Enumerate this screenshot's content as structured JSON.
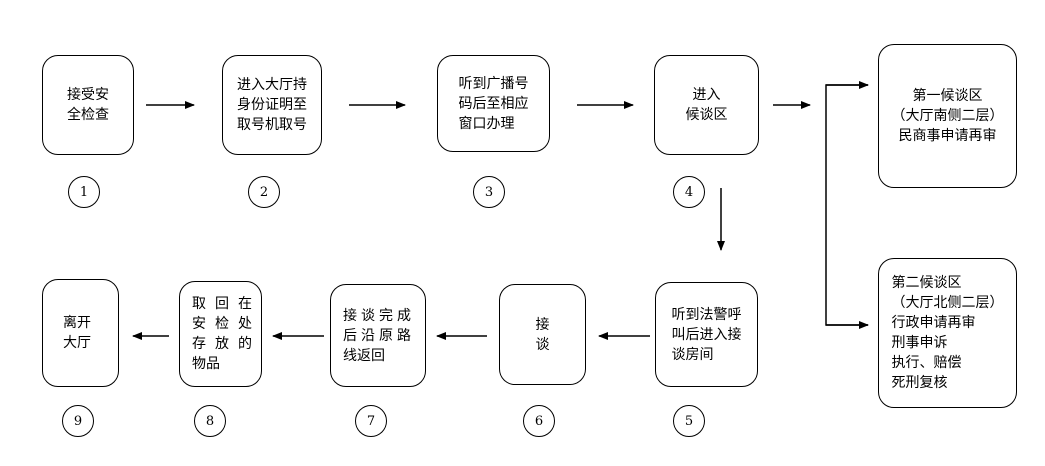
{
  "steps": [
    {
      "id": 1,
      "number": "1",
      "lines": [
        "接受安",
        "全检查"
      ]
    },
    {
      "id": 2,
      "number": "2",
      "lines": [
        "进入大厅持",
        "身份证明至",
        "取号机取号"
      ]
    },
    {
      "id": 3,
      "number": "3",
      "lines": [
        "听到广播号",
        "码后至相应",
        "窗口办理"
      ]
    },
    {
      "id": 4,
      "number": "4",
      "lines": [
        "进入",
        "候谈区"
      ]
    },
    {
      "id": 5,
      "number": "5",
      "lines": [
        "听到法警呼",
        "叫后进入接",
        "谈房间"
      ]
    },
    {
      "id": 6,
      "number": "6",
      "lines": [
        "接",
        "谈"
      ]
    },
    {
      "id": 7,
      "number": "7",
      "lines": [
        "接谈完成",
        "后沿原路",
        "线返回"
      ]
    },
    {
      "id": 8,
      "number": "8",
      "lines": [
        "取回在",
        "安检处",
        "存放的",
        "物品"
      ]
    },
    {
      "id": 9,
      "number": "9",
      "lines": [
        "离开",
        "大厅"
      ]
    }
  ],
  "waiting_areas": [
    {
      "id": "area1",
      "lines": [
        "第一候谈区",
        "（大厅南侧二层）",
        "民商事申请再审"
      ]
    },
    {
      "id": "area2",
      "lines": [
        "第二候谈区",
        "（大厅北侧二层）",
        "行政申请再审",
        "刑事申诉",
        "执行、赔偿",
        "死刑复核"
      ]
    }
  ]
}
